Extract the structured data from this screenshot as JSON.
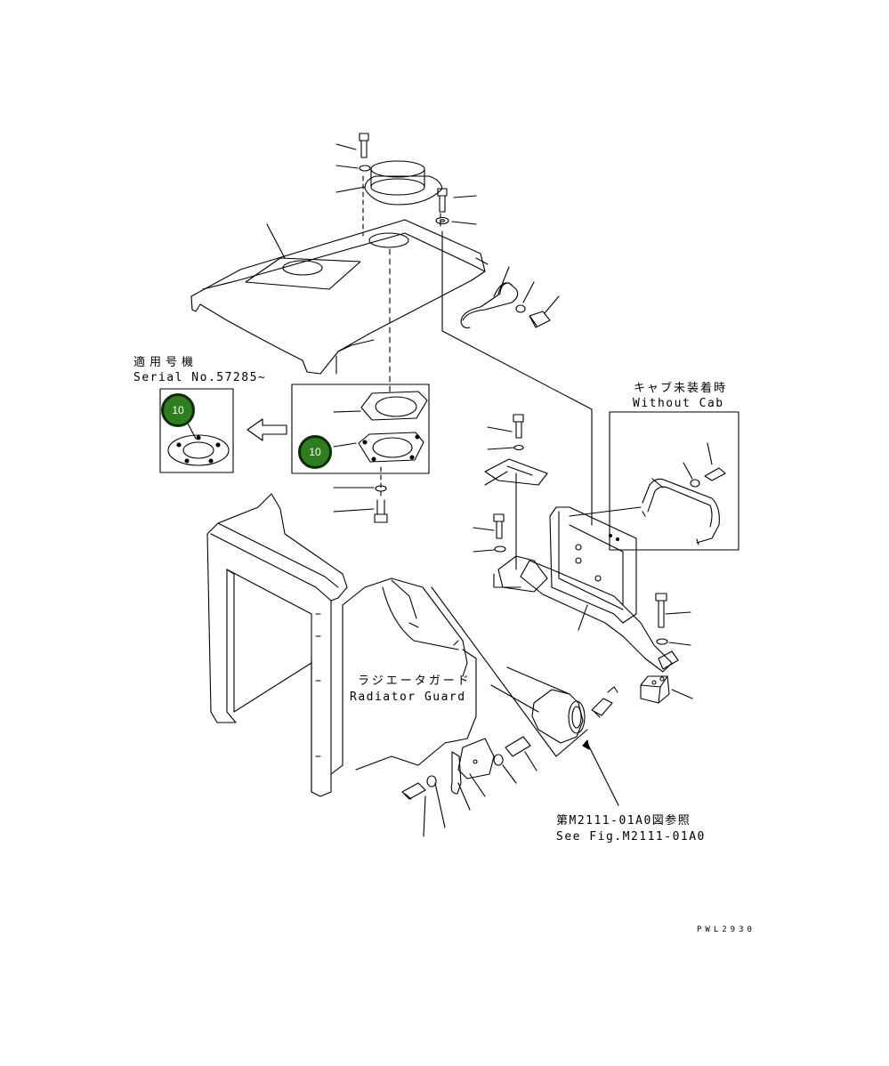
{
  "labels": {
    "serial_jp": "適用号機",
    "serial_en": "Serial No.57285~",
    "without_cab_jp": "キャブ未装着時",
    "without_cab_en": "Without Cab",
    "radiator_guard_jp": "ラジエータガード",
    "radiator_guard_en": "Radiator Guard",
    "see_fig_jp": "第M2111-01A0図参照",
    "see_fig_en": "See Fig.M2111-01A0"
  },
  "callouts": [
    {
      "number": "10",
      "color": "#2e7d1e"
    },
    {
      "number": "10",
      "color": "#2e7d1e"
    }
  ],
  "drawing_code": "PWL2930",
  "colors": {
    "line": "#000000",
    "badge_fill": "#2e7d1e",
    "badge_border": "#0c2a06"
  }
}
